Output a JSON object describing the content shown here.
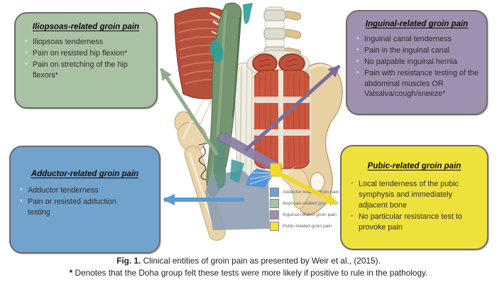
{
  "figure": {
    "boxes": {
      "iliopsoas": {
        "title": "Iliopsoas-related groin pain",
        "bullets": [
          "Iliopsoas tenderness",
          "Pain on resisted hip flexion*",
          "Pain on stretching of the hip flexors*"
        ],
        "fill": "#a9c2a3"
      },
      "inguinal": {
        "title": "Inguinal-related groin pain",
        "bullets": [
          "Inguinal canal tenderness",
          "Pain in the inguinal canal",
          "No palpable inguinal hernia",
          "Pain with resistance testing of the abdominal muscles OR Valsalva/cough/sneeze*"
        ],
        "fill": "#9e90ae"
      },
      "adductor": {
        "title": "Adductor-related groin pain",
        "bullets": [
          "Adductor tenderness",
          "Pain or resisted adduction testing"
        ],
        "fill": "#71a3cd"
      },
      "pubic": {
        "title": "Pubic-related groin pain",
        "bullets": [
          "Local tenderness of the pubic symphysis and immediately adjacent bone",
          "No particular resistance test to provoke pain"
        ],
        "fill": "#efe13b"
      }
    },
    "legend": {
      "items": [
        {
          "label": "Adductor-related groin pain",
          "color": "#6fa3cf"
        },
        {
          "label": "Iliopsoas-related groin pain",
          "color": "#a9c2a3"
        },
        {
          "label": "Inguinal-related groin pain",
          "color": "#9e90ae"
        },
        {
          "label": "Pubic-related groin pain",
          "color": "#f2e33b"
        }
      ]
    },
    "caption": {
      "fig_label": "Fig. 1.",
      "text": " Clinical entities of groin pain as presented by Weir et al., (2015).",
      "footnote_marker": "*",
      "footnote": " Denotes that the Doha group felt these tests were more likely if positive to rule in the pathology."
    }
  }
}
